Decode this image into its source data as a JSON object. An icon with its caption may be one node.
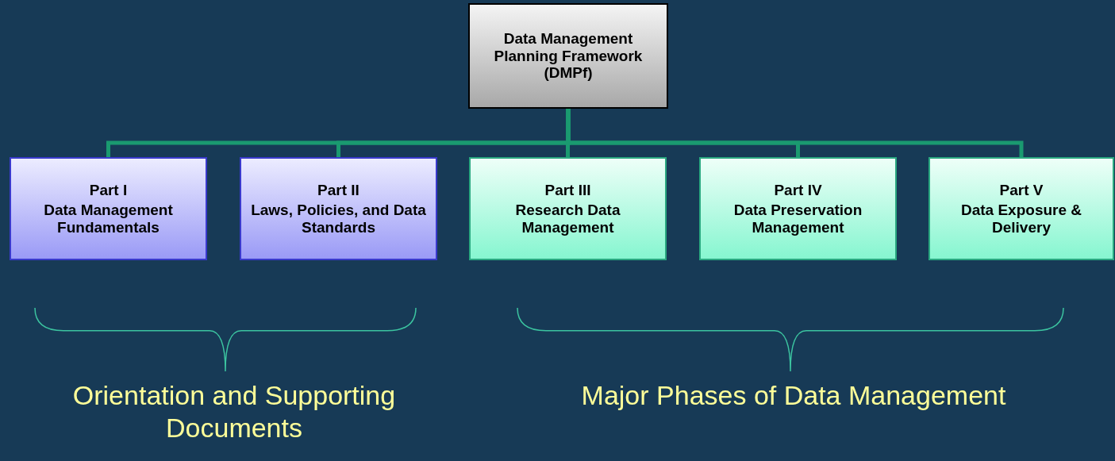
{
  "diagram": {
    "nodes": [
      {
        "text": [
          "Data Management Planning Framework (DMPf)"
        ]
      },
      {
        "text": [
          "Part I",
          "Data Management Fundamentals"
        ]
      },
      {
        "text": [
          "Part II",
          "Laws, Policies, and Data Standards"
        ]
      },
      {
        "text": [
          "Part III",
          "Research Data Management"
        ]
      },
      {
        "text": [
          "Part IV",
          "Data Preservation Management"
        ]
      },
      {
        "text": [
          "Part V",
          "Data Exposure & Delivery"
        ]
      }
    ],
    "edges": [
      {
        "from": 0,
        "to": 1,
        "arrow": "none"
      },
      {
        "from": 0,
        "to": 2,
        "arrow": "none"
      },
      {
        "from": 0,
        "to": 3,
        "arrow": "none"
      },
      {
        "from": 0,
        "to": 4,
        "arrow": "none"
      },
      {
        "from": 0,
        "to": 5,
        "arrow": "none"
      }
    ],
    "labels": [
      "Orientation and Supporting Documents",
      "Major Phases of Data Management"
    ]
  }
}
